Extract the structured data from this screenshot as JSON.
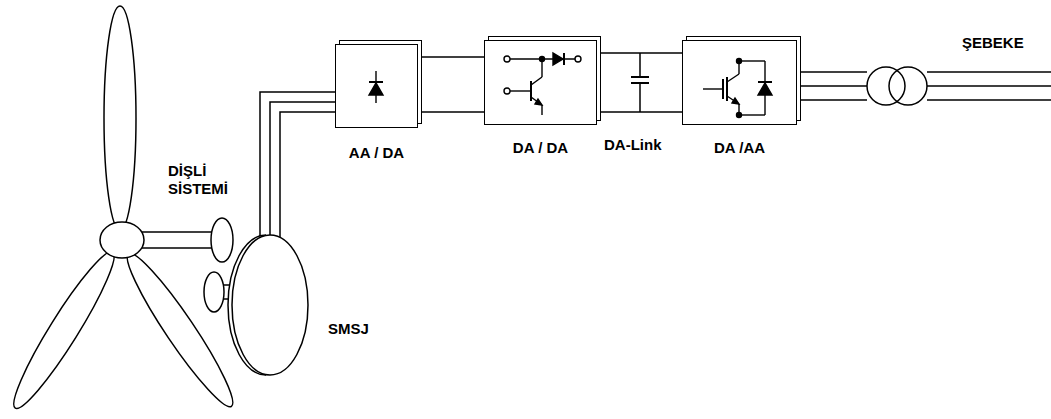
{
  "diagram": {
    "nodes": [
      {
        "text": [
          "SMSJ"
        ]
      },
      {
        "text": [
          "AA / DA"
        ]
      },
      {
        "text": [
          "DA / DA"
        ]
      },
      {
        "text": [
          "DA /AA"
        ]
      }
    ],
    "edges": [
      {
        "from": 0,
        "to": 1,
        "arrow": "none"
      },
      {
        "from": 1,
        "to": 2,
        "arrow": "none"
      },
      {
        "from": 2,
        "to": 3,
        "arrow": "none"
      }
    ],
    "labels": [
      "DİŞLİ SİSTEMİ",
      "DA-Link",
      "ŞEBEKE"
    ]
  }
}
